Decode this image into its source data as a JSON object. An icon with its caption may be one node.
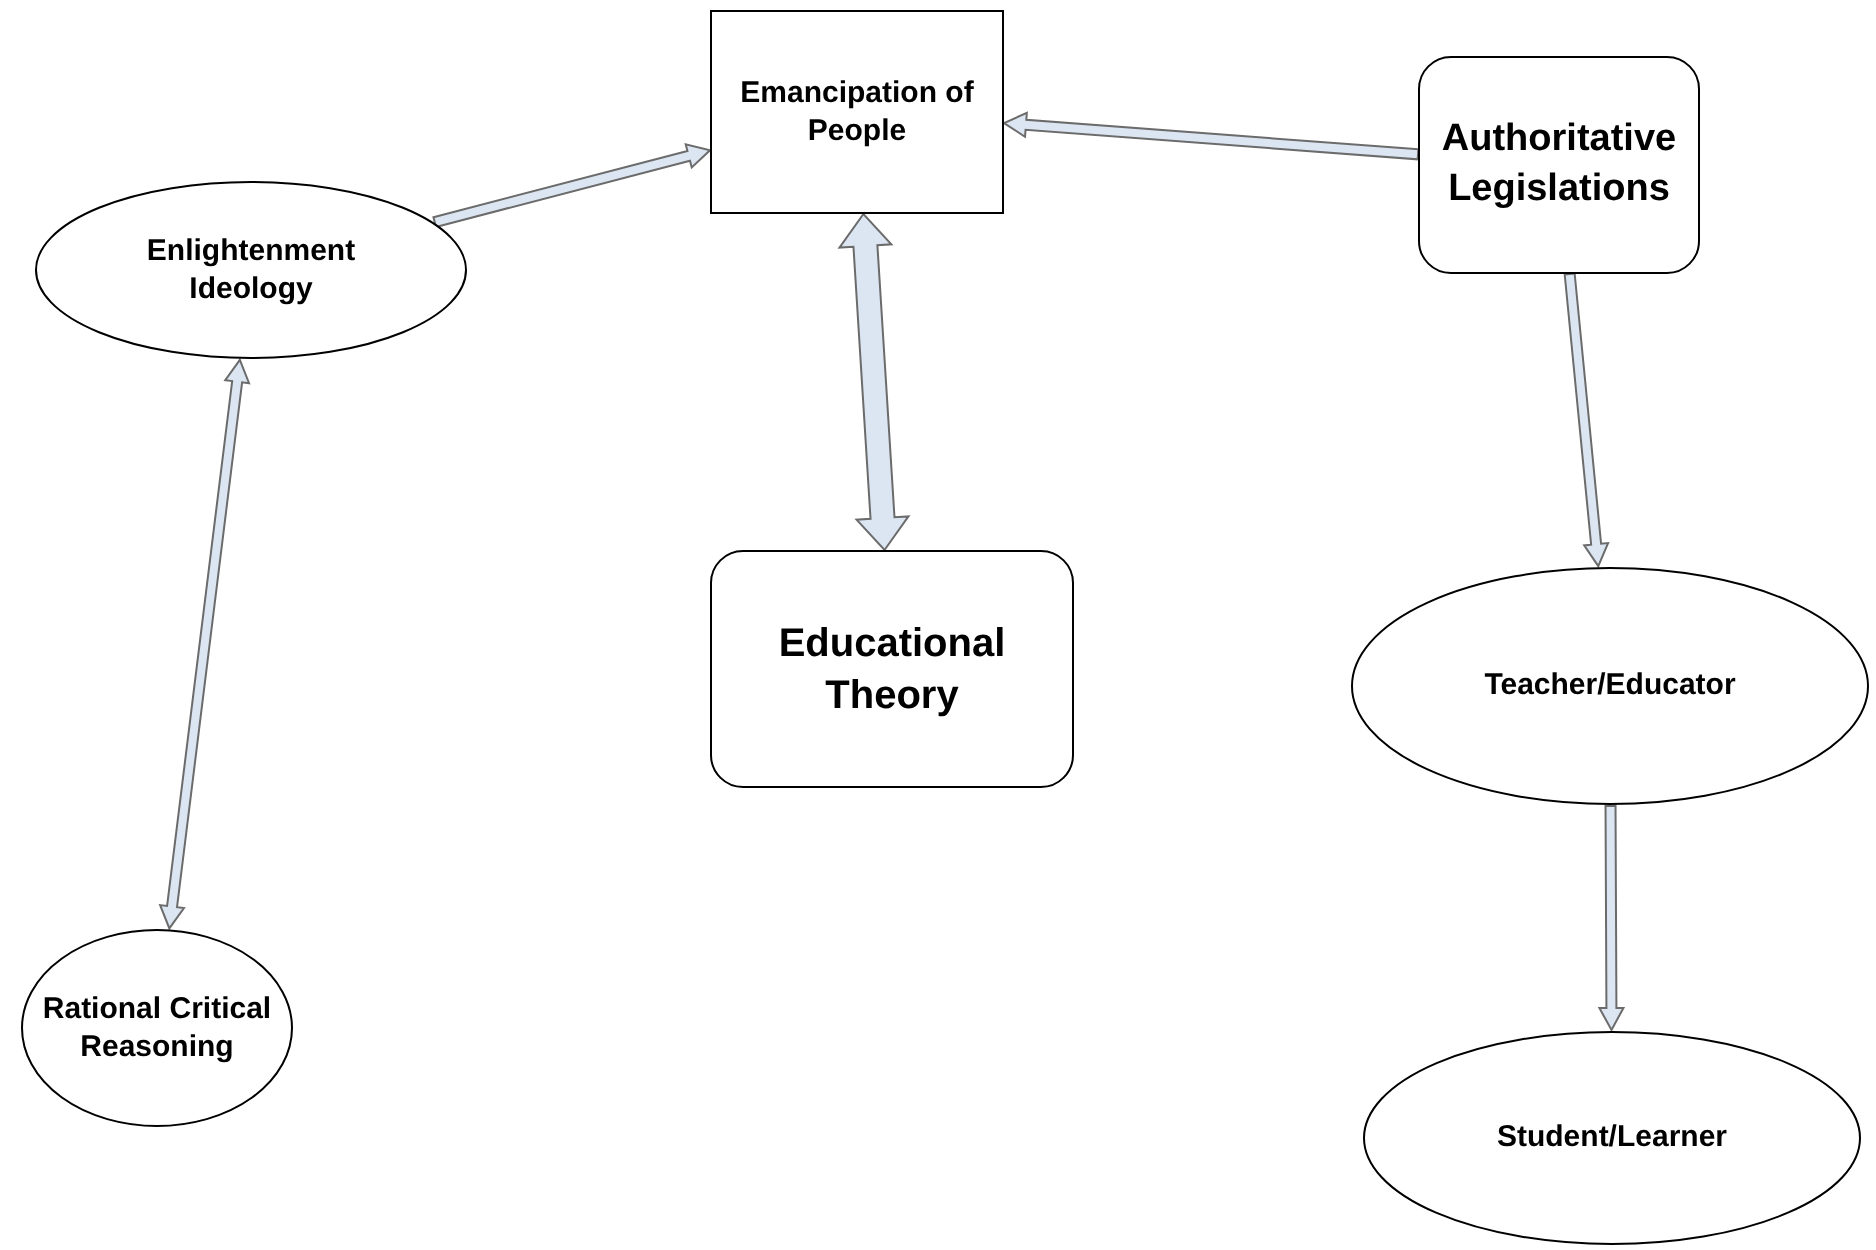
{
  "diagram": {
    "nodes": [
      {
        "text": [
          "Emancipation of People"
        ]
      },
      {
        "text": [
          "Authoritative Legislations"
        ]
      },
      {
        "text": [
          "Enlightenment Ideology"
        ]
      },
      {
        "text": [
          "Educational Theory"
        ]
      },
      {
        "text": [
          "Teacher/Educator"
        ]
      },
      {
        "text": [
          "Rational Critical Reasoning"
        ]
      },
      {
        "text": [
          "Student/Learner"
        ]
      }
    ],
    "edges": [
      {
        "from": 2,
        "to": 0,
        "arrow": "to"
      },
      {
        "from": 1,
        "to": 0,
        "arrow": "to"
      },
      {
        "from": 0,
        "to": 3,
        "arrow": "both",
        "style": "thick"
      },
      {
        "from": 2,
        "to": 5,
        "arrow": "both"
      },
      {
        "from": 1,
        "to": 4,
        "arrow": "to"
      },
      {
        "from": 4,
        "to": 6,
        "arrow": "to"
      }
    ]
  }
}
